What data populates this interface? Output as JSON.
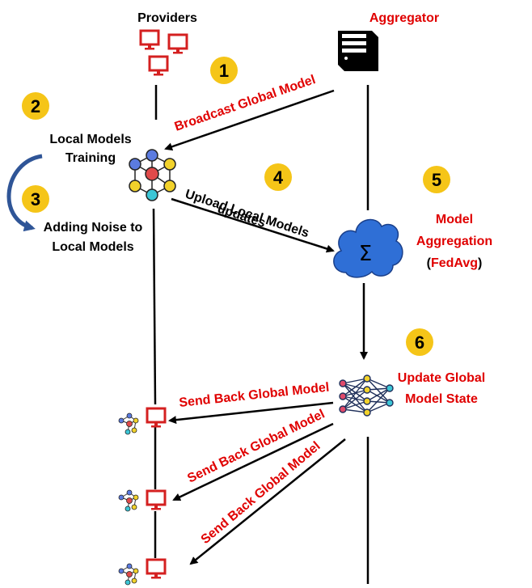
{
  "labels": {
    "providers": "Providers",
    "aggregator": "Aggregator",
    "broadcast": "Broadcast Global Model",
    "local_training_1": "Local Models",
    "local_training_2": "Training",
    "adding_noise_1": "Adding Noise to",
    "adding_noise_2": "Local Models",
    "upload_1": "Upload Local Models",
    "upload_2": "updates",
    "model_agg_1": "Model",
    "model_agg_2": "Aggregation",
    "fedavg_open": "(",
    "fedavg": "FedAvg",
    "fedavg_close": ")",
    "sigma": "Σ",
    "update_1": "Update Global",
    "update_2": "Model State",
    "send_back_1": "Send Back Global Model",
    "send_back_2": "Send Back Global Model",
    "send_back_3": "Send Back Global Model"
  },
  "steps": [
    "1",
    "2",
    "3",
    "4",
    "5",
    "6"
  ],
  "colors": {
    "red_text": "#e00000",
    "step_badge": "#f5c518",
    "cloud": "#2f6fd6",
    "monitor": "#d42020",
    "curved_arrow": "#2f5597"
  }
}
